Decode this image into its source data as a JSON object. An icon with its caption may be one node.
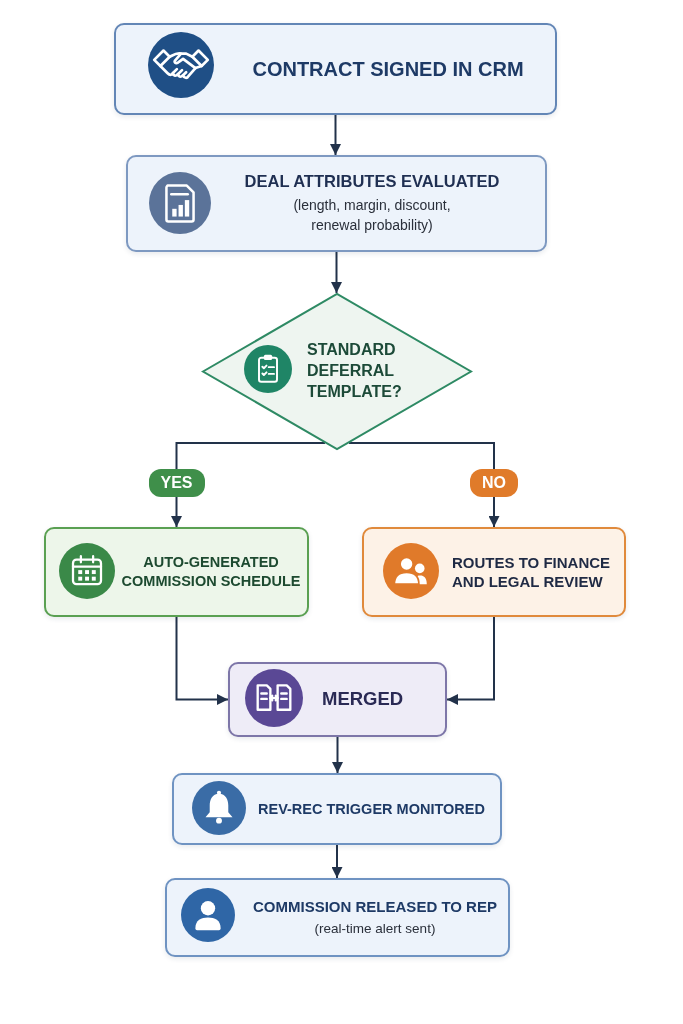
{
  "diagram": {
    "nodes": [
      {
        "text": [
          "CONTRACT SIGNED IN CRM"
        ]
      },
      {
        "text": [
          "DEAL ATTRIBUTES EVALUATED",
          "(length, margin, discount, renewal probability)"
        ]
      },
      {
        "text": [
          "STANDARD DEFERRAL TEMPLATE?"
        ]
      },
      {
        "text": [
          "AUTO-GENERATED COMMISSION SCHEDULE"
        ]
      },
      {
        "text": [
          "ROUTES TO FINANCE AND LEGAL REVIEW"
        ]
      },
      {
        "text": [
          "MERGED"
        ]
      },
      {
        "text": [
          "REV-REC TRIGGER MONITORED"
        ]
      },
      {
        "text": [
          "COMMISSION RELEASED TO REP",
          "(real-time alert sent)"
        ]
      }
    ],
    "edges": [
      {
        "from": 0,
        "to": 1,
        "arrow": "to"
      },
      {
        "from": 1,
        "to": 2,
        "arrow": "to"
      },
      {
        "from": 2,
        "to": 3,
        "arrow": "to",
        "label": "YES"
      },
      {
        "from": 2,
        "to": 4,
        "arrow": "to",
        "label": "NO"
      },
      {
        "from": 3,
        "to": 5,
        "arrow": "to"
      },
      {
        "from": 4,
        "to": 5,
        "arrow": "to"
      },
      {
        "from": 5,
        "to": 6,
        "arrow": "to"
      },
      {
        "from": 6,
        "to": 7,
        "arrow": "to"
      }
    ]
  }
}
